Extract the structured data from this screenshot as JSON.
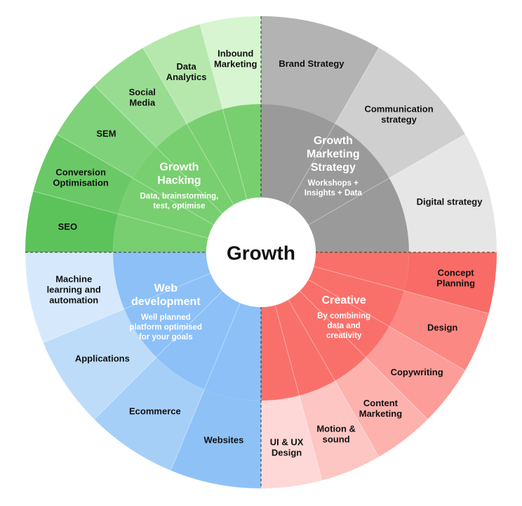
{
  "center": {
    "title": "Growth"
  },
  "quadrants": [
    {
      "id": "growth-hacking",
      "color_inner": "#78cf6f",
      "title": [
        "Growth",
        "Hacking"
      ],
      "subtitle": [
        "Data, brainstorming,",
        "test, optimise"
      ],
      "segments": [
        {
          "label": [
            "SEO"
          ],
          "color": "#5cc35a"
        },
        {
          "label": [
            "Conversion",
            "Optimisation"
          ],
          "color": "#6ac966"
        },
        {
          "label": [
            "SEM"
          ],
          "color": "#7fd27a"
        },
        {
          "label": [
            "Social",
            "Media"
          ],
          "color": "#98dc91"
        },
        {
          "label": [
            "Data",
            "Analytics"
          ],
          "color": "#b6e8ad"
        },
        {
          "label": [
            "Inbound",
            "Marketing"
          ],
          "color": "#d6f5d0"
        }
      ]
    },
    {
      "id": "growth-marketing-strategy",
      "color_inner": "#9a9a9a",
      "title": [
        "Growth",
        "Marketing",
        "Strategy"
      ],
      "subtitle": [
        "Workshops +",
        "Insights + Data"
      ],
      "segments": [
        {
          "label": [
            "Brand Strategy"
          ],
          "color": "#b3b3b3"
        },
        {
          "label": [
            "Communication",
            "strategy"
          ],
          "color": "#cfcfcf"
        },
        {
          "label": [
            "Digital strategy"
          ],
          "color": "#e6e6e6"
        }
      ]
    },
    {
      "id": "creative",
      "color_inner": "#f9706a",
      "title": [
        "Creative"
      ],
      "subtitle": [
        "By combining",
        "data and",
        "creativity"
      ],
      "segments": [
        {
          "label": [
            "Concept",
            "Planning"
          ],
          "color": "#f96b66"
        },
        {
          "label": [
            "Design"
          ],
          "color": "#fb8883"
        },
        {
          "label": [
            "Copywriting"
          ],
          "color": "#fc9d99"
        },
        {
          "label": [
            "Content",
            "Marketing"
          ],
          "color": "#fdb2ae"
        },
        {
          "label": [
            "Motion &",
            "sound"
          ],
          "color": "#fdc6c3"
        },
        {
          "label": [
            "UI & UX",
            "Design"
          ],
          "color": "#fdd8d6"
        }
      ]
    },
    {
      "id": "web-development",
      "color_inner": "#8cc0f7",
      "title": [
        "Web",
        "development"
      ],
      "subtitle": [
        "Well planned",
        "platform optimised",
        "for your goals"
      ],
      "segments": [
        {
          "label": [
            "Websites"
          ],
          "color": "#8ec2f6"
        },
        {
          "label": [
            "Ecommerce"
          ],
          "color": "#a6cff8"
        },
        {
          "label": [
            "Applications"
          ],
          "color": "#bddcfa"
        },
        {
          "label": [
            "Machine",
            "learning and",
            "automation"
          ],
          "color": "#d6e9fc"
        }
      ]
    }
  ]
}
